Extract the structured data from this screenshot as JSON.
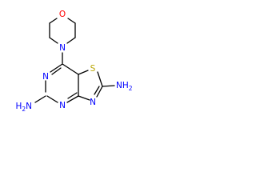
{
  "molecule": {
    "colors": {
      "bond": "#000000",
      "nitrogen": "#0000ff",
      "oxygen": "#ff0000",
      "sulfur": "#b8a400"
    },
    "atoms": {
      "morpholine_oxygen": "O",
      "morpholine_nitrogen": "N",
      "ring_nitrogen_left": "N",
      "ring_nitrogen_bottom": "N",
      "thiazole_nitrogen": "N",
      "sulfur": "S"
    },
    "amine_left": {
      "h": "H",
      "sub": "2",
      "n": "N"
    },
    "amine_right": {
      "n": "N",
      "h": "H",
      "sub": "2"
    }
  }
}
